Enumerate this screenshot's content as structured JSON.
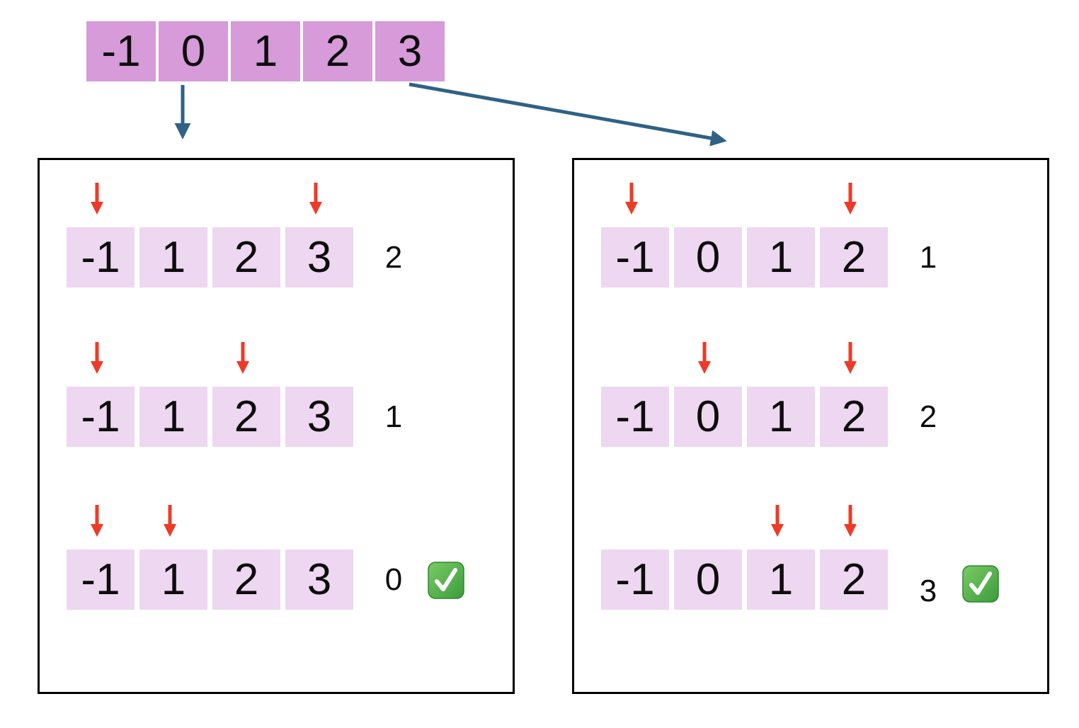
{
  "top_array": {
    "values": [
      "-1",
      "0",
      "1",
      "2",
      "3"
    ]
  },
  "panels": [
    {
      "id": "left",
      "rows": [
        {
          "values": [
            "-1",
            "1",
            "2",
            "3"
          ],
          "pointers": [
            0,
            3
          ],
          "label": "2",
          "check": false
        },
        {
          "values": [
            "-1",
            "1",
            "2",
            "3"
          ],
          "pointers": [
            0,
            2
          ],
          "label": "1",
          "check": false
        },
        {
          "values": [
            "-1",
            "1",
            "2",
            "3"
          ],
          "pointers": [
            0,
            1
          ],
          "label": "0",
          "check": true
        }
      ]
    },
    {
      "id": "right",
      "rows": [
        {
          "values": [
            "-1",
            "0",
            "1",
            "2"
          ],
          "pointers": [
            0,
            3
          ],
          "label": "1",
          "check": false
        },
        {
          "values": [
            "-1",
            "0",
            "1",
            "2"
          ],
          "pointers": [
            1,
            3
          ],
          "label": "2",
          "check": false
        },
        {
          "values": [
            "-1",
            "0",
            "1",
            "2"
          ],
          "pointers": [
            2,
            3
          ],
          "label": "3",
          "check": true
        }
      ]
    }
  ],
  "colors": {
    "top_cell": "#d69bd8",
    "sub_cell": "#eed7f0",
    "pointer_red": "#ee3a26",
    "connector_blue": "#2f6285",
    "check_green": "#4aa63f"
  }
}
